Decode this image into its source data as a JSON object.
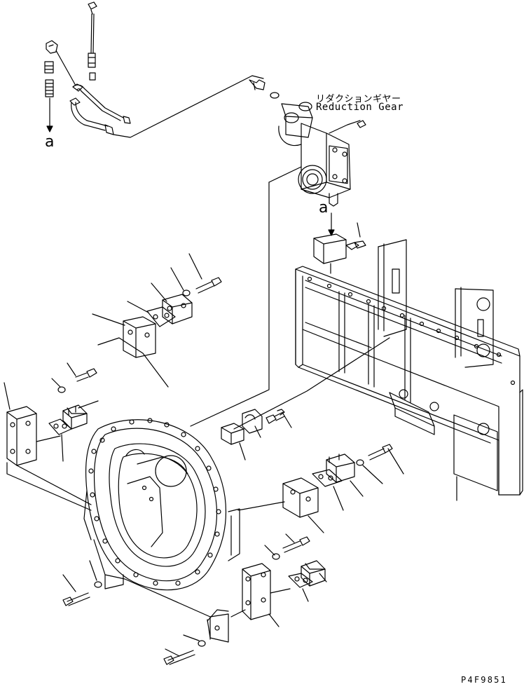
{
  "labels": {
    "reduction_gear_jp": "リダクションギヤー",
    "reduction_gear_en": "Reduction Gear",
    "connection_a_top": "a",
    "connection_a_mid": "a",
    "drawing_code": "P4F9851"
  }
}
